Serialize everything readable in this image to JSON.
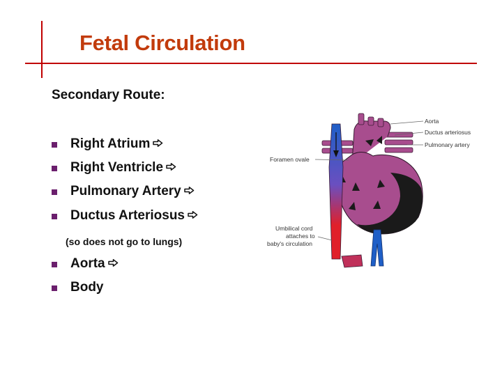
{
  "slide": {
    "title": "Fetal Circulation",
    "subtitle": "Secondary Route:",
    "bullets": [
      {
        "label": "Right Atrium",
        "arrow": true
      },
      {
        "label": "Right Ventricle",
        "arrow": true
      },
      {
        "label": "Pulmonary Artery",
        "arrow": true
      },
      {
        "label": "Ductus Arteriosus",
        "arrow": true
      },
      {
        "label": "Aorta",
        "arrow": true
      },
      {
        "label": "Body",
        "arrow": false
      }
    ],
    "note": "(so does not go to lungs)",
    "colors": {
      "accent_rule": "#c00000",
      "title": "#c23b0c",
      "bullet_marker": "#6b1f6d",
      "heart": "#a84d8e",
      "vein_blue": "#1f5fc7",
      "artery_red": "#e0202a"
    }
  },
  "diagram": {
    "labels": {
      "aorta": "Aorta",
      "ductus": "Ductus arteriosus",
      "pulmonary": "Pulmonary artery",
      "foramen": "Foramen ovale",
      "cord_line1": "Umbilical cord",
      "cord_line2": "attaches to",
      "cord_line3": "baby's circulation"
    }
  }
}
